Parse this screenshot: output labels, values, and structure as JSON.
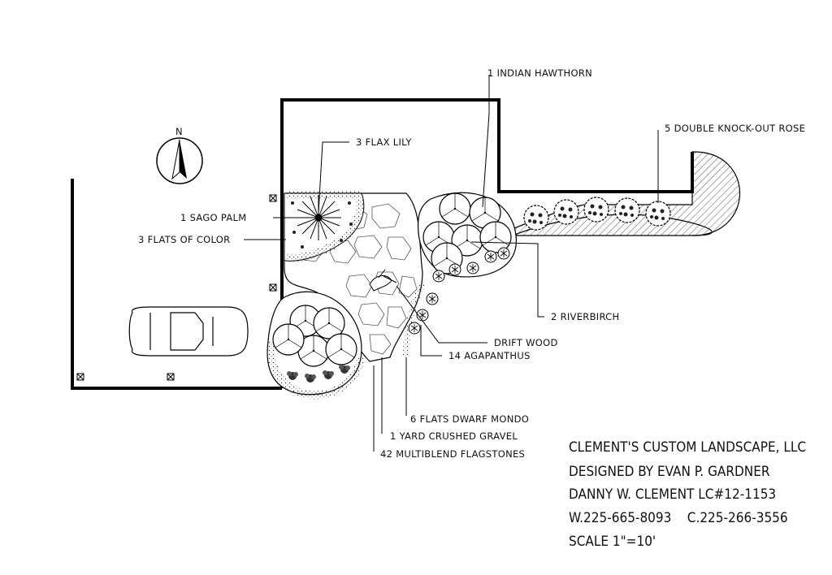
{
  "north": "N",
  "labels": {
    "indian_hawthorn": "1 INDIAN HAWTHORN",
    "flax_lily": "3 FLAX LILY",
    "knockout_rose": "5 DOUBLE KNOCK-OUT ROSE",
    "sago_palm": "1 SAGO PALM",
    "flats_color": "3 FLATS OF COLOR",
    "riverbirch": "2 RIVERBIRCH",
    "drift_wood": "DRIFT WOOD",
    "agapanthus": "14 AGAPANTHUS",
    "dwarf_mondo": "6 FLATS DWARF MONDO",
    "crushed_gravel": "1 YARD CRUSHED GRAVEL",
    "flagstones": "42 MULTIBLEND FLAGSTONES"
  },
  "title_block": {
    "company": "CLEMENT'S CUSTOM LANDSCAPE, LLC",
    "designer": "DESIGNED BY EVAN P. GARDNER",
    "license": "DANNY W. CLEMENT LC#12-1153",
    "phones": "W.225-665-8093    C.225-266-3556",
    "scale": "SCALE 1\"=10'"
  }
}
